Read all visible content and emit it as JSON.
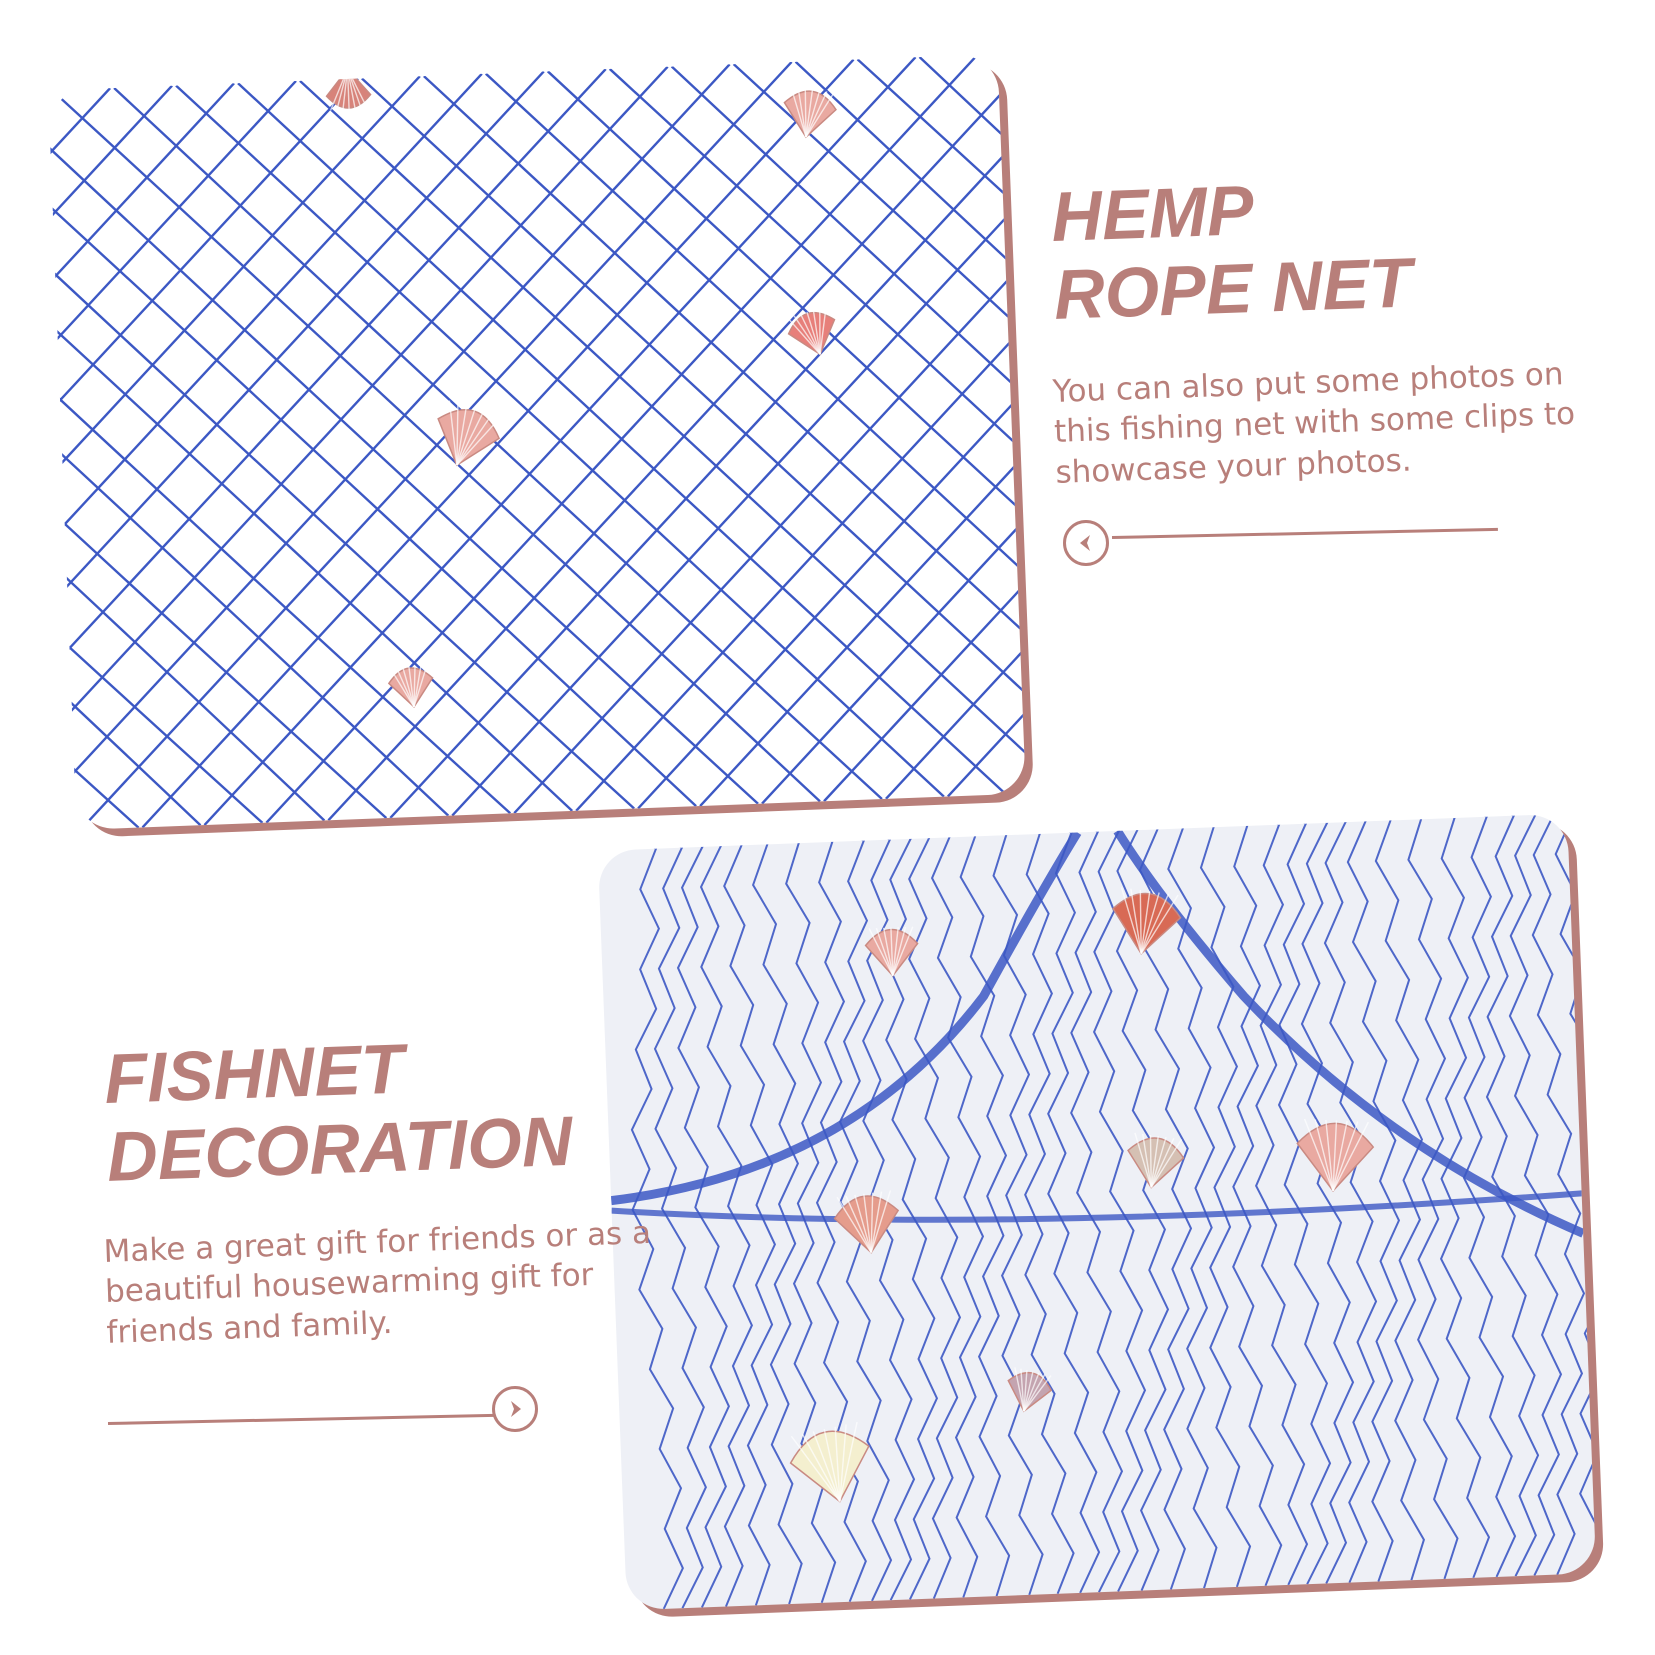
{
  "sections": {
    "hemp": {
      "title_line1": "HEMP",
      "title_line2": "ROPE NET",
      "description": "You can also put some photos on this fishing net with some clips to showcase your photos.",
      "arrow_icon": "chevron-left-icon"
    },
    "fishnet": {
      "title_line1": "FISHNET",
      "title_line2": "DECORATION",
      "description": "Make a great gift for friends or as a beautiful housewarming gift for friends and family.",
      "arrow_icon": "chevron-right-icon"
    }
  },
  "colors": {
    "accent": "#b87f7a",
    "net": "#3c58c4",
    "shell": "#e9a9a1",
    "shell_light": "#f4efcf",
    "background": "#ffffff"
  },
  "images": {
    "top": "blue fishing net spread flat with seashells",
    "bottom": "blue fishing net hanging with seashells"
  }
}
